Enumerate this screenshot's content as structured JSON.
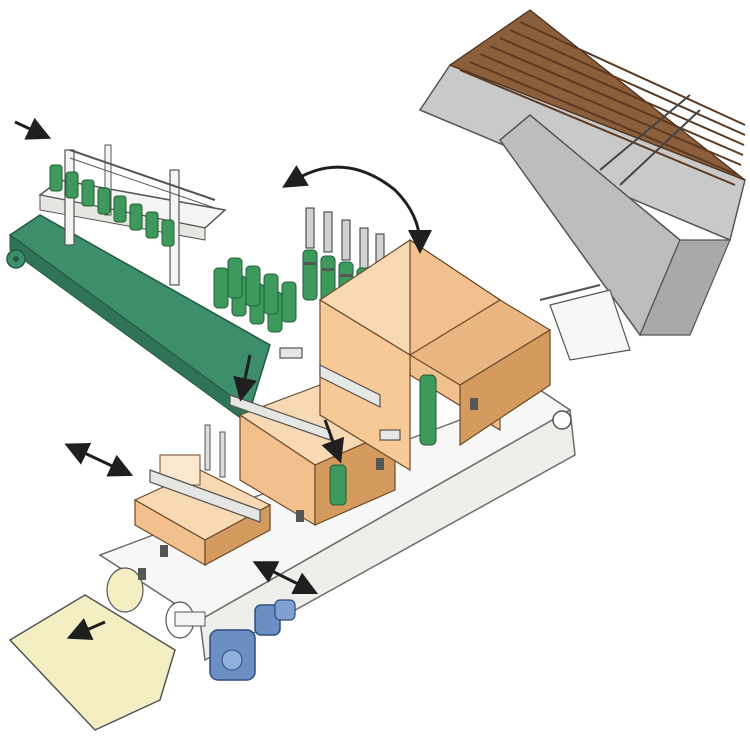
{
  "diagram": {
    "kind": "isometric machine illustration",
    "text_labels": [],
    "colors": {
      "background": "#ffffff",
      "infeed_conveyor": "#3c8f6a",
      "infeed_conveyor_dark": "#2f7456",
      "bottle_green": "#3d9a5c",
      "bottle_green_light": "#66c47f",
      "cardboard": "#f2c08c",
      "cardboard_dark": "#d59a5e",
      "machine_frame": "#f7f7f5",
      "frame_outline": "#6c6c6c",
      "outfeed_belt": "#f4efc2",
      "motor_blue": "#6b8fc3",
      "magazine_frame": "#c9c9c9",
      "stacked_blanks": "#8b5e3c",
      "arrow": "#1f1f1f"
    },
    "arrows": [
      {
        "name": "infeed-direction-arrow",
        "direction": "down-right"
      },
      {
        "name": "blank-transfer-arrow",
        "direction": "curved"
      },
      {
        "name": "side-adjust-arrow",
        "direction": "double"
      },
      {
        "name": "outfeed-direction-arrow",
        "direction": "down-left"
      }
    ]
  }
}
